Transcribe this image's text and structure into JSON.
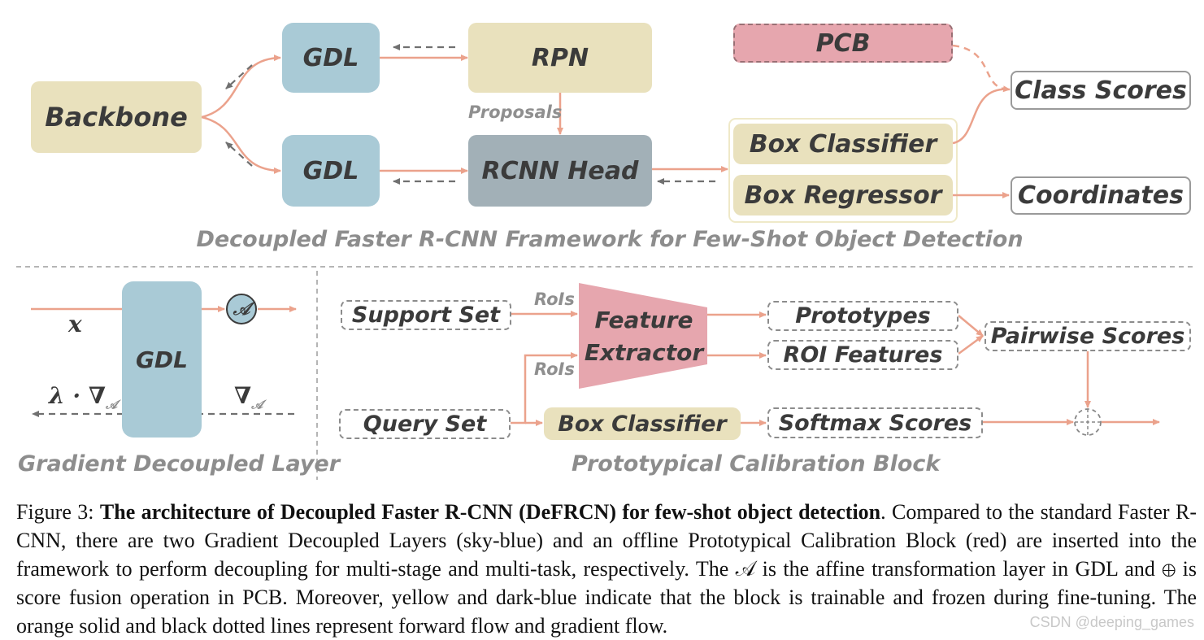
{
  "nodes": {
    "backbone": "Backbone",
    "gdl_top": "GDL",
    "gdl_bottom": "GDL",
    "rpn": "RPN",
    "rcnn_head": "RCNN Head",
    "pcb": "PCB",
    "box_classifier_top": "Box Classifier",
    "box_regressor": "Box Regressor",
    "class_scores": "Class Scores",
    "coordinates": "Coordinates",
    "gdl_center": "GDL",
    "support_set": "Support Set",
    "query_set": "Query Set",
    "feature_extractor_line1": "Feature",
    "feature_extractor_line2": "Extractor",
    "prototypes": "Prototypes",
    "roi_features": "ROI Features",
    "pairwise_scores": "Pairwise Scores",
    "box_classifier_bottom": "Box Classifier",
    "softmax_scores": "Softmax Scores"
  },
  "labels": {
    "proposals": "Proposals",
    "rois_top": "RoIs",
    "rois_bottom": "RoIs",
    "x_var": "x",
    "affine_symbol": "𝒜",
    "lambda_grad": "λ · ∇",
    "grad": "∇",
    "grad_subscript": "𝒜",
    "fusion_symbol": "⊕"
  },
  "sections": {
    "top": "Decoupled Faster R-CNN Framework for Few-Shot Object Detection",
    "bottom_left": "Gradient Decoupled Layer",
    "bottom_right": "Prototypical Calibration Block"
  },
  "caption": {
    "fig": "Figure 3:",
    "bold": "The architecture of Decoupled Faster R-CNN (DeFRCN) for few-shot object detection",
    "text": ". Compared to the standard Faster R-CNN, there are two Gradient Decoupled Layers (sky-blue) and an offline Prototypical Calibration Block (red) are inserted into the framework to perform decoupling for multi-stage and multi-task, respectively. The 𝒜 is the affine transformation layer in GDL and ⊕ is score fusion operation in PCB. Moreover, yellow and dark-blue indicate that the block is trainable and frozen during fine-tuning. The orange solid and black dotted lines represent forward flow and gradient flow."
  },
  "watermark": "CSDN @deeping_games",
  "colors": {
    "trainable": "#e9e1bd",
    "gdl": "#a9cad6",
    "frozen": "#a2b0b7",
    "pcb": "#e6a6ae",
    "forward": "#eba28c",
    "gradient": "#707070"
  }
}
